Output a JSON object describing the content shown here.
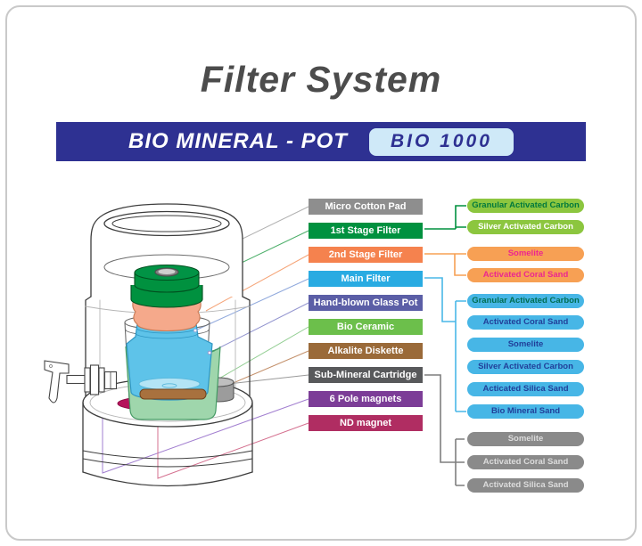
{
  "title": "Filter System",
  "banner": {
    "label": "BIO MINERAL - POT",
    "model": "BIO 1000",
    "bg": "#2e3192",
    "chip_bg": "#cfe9f8",
    "chip_fg": "#2e3192"
  },
  "parts": [
    {
      "label": "Micro Cotton Pad",
      "bg": "#8e8e8e",
      "fg": "#ffffff"
    },
    {
      "label": "1st Stage Filter",
      "bg": "#00913f",
      "fg": "#ffffff"
    },
    {
      "label": "2nd Stage Filter",
      "bg": "#f5824e",
      "fg": "#ffffff"
    },
    {
      "label": "Main Filter",
      "bg": "#29abe2",
      "fg": "#ffffff"
    },
    {
      "label": "Hand-blown Glass Pot",
      "bg": "#5b5ea6",
      "fg": "#ffffff"
    },
    {
      "label": "Bio Ceramic",
      "bg": "#6cbf4b",
      "fg": "#ffffff"
    },
    {
      "label": "Alkalite Diskette",
      "bg": "#9a6a39",
      "fg": "#ffffff"
    },
    {
      "label": "Sub-Mineral Cartridge",
      "bg": "#58595b",
      "fg": "#ffffff"
    },
    {
      "label": "6 Pole magnets",
      "bg": "#7c3d97",
      "fg": "#ffffff"
    },
    {
      "label": "ND magnet",
      "bg": "#b02d62",
      "fg": "#ffffff"
    }
  ],
  "media": [
    {
      "label": "Granular Activated Carbon",
      "bg": "#8cc63f",
      "fg": "#00793c"
    },
    {
      "label": "Silver Activated Carbon",
      "bg": "#8cc63f",
      "fg": "#ffffff"
    },
    {
      "label": "Somelite",
      "bg": "#f7a054",
      "fg": "#ec268f"
    },
    {
      "label": "Activated Coral Sand",
      "bg": "#f7a054",
      "fg": "#ec268f"
    },
    {
      "label": "Granular Activated Carbon",
      "bg": "#47b6e6",
      "fg": "#006e52"
    },
    {
      "label": "Activated Coral Sand",
      "bg": "#47b6e6",
      "fg": "#21409a"
    },
    {
      "label": "Somelite",
      "bg": "#47b6e6",
      "fg": "#21409a"
    },
    {
      "label": "Silver Activated Carbon",
      "bg": "#47b6e6",
      "fg": "#21409a"
    },
    {
      "label": "Acticated Silica Sand",
      "bg": "#47b6e6",
      "fg": "#21409a"
    },
    {
      "label": "Bio Mineral Sand",
      "bg": "#47b6e6",
      "fg": "#21409a"
    },
    {
      "label": "Somelite",
      "bg": "#8a8a8a",
      "fg": "#dcdcdc"
    },
    {
      "label": "Activated Coral Sand",
      "bg": "#8a8a8a",
      "fg": "#dcdcdc"
    },
    {
      "label": "Activated Silica Sand",
      "bg": "#8a8a8a",
      "fg": "#dcdcdc"
    }
  ]
}
